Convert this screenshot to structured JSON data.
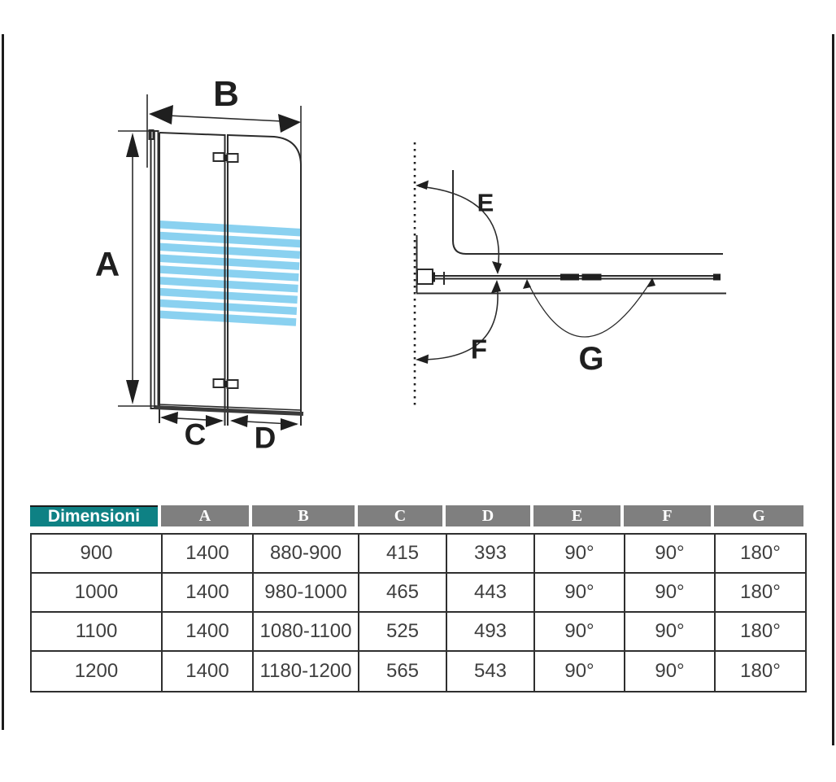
{
  "frame": {
    "border_color": "#1c1c1c"
  },
  "front_view": {
    "description": "folding two-panel bath shower screen, front elevation with striped glass",
    "labels": {
      "height": "A",
      "total_width": "B",
      "fixed_panel_width": "C",
      "folding_panel_width": "D"
    },
    "stripe_color": "#8ad1f0",
    "stripe_count": 9,
    "line_color": "#2b2b2b"
  },
  "plan_view": {
    "description": "top view showing swing angles of the screen on the bathtub rim",
    "labels": {
      "inward_swing": "E",
      "outward_swing": "F",
      "fold_swing": "G"
    }
  },
  "table": {
    "header": [
      "Dimensioni",
      "A",
      "B",
      "C",
      "D",
      "E",
      "F",
      "G"
    ],
    "header_colors": {
      "title_bg": "#0e8184",
      "column_bg": "#7f7f7f",
      "text": "#ffffff"
    },
    "rows": [
      [
        "900",
        "1400",
        "880-900",
        "415",
        "393",
        "90°",
        "90°",
        "180°"
      ],
      [
        "1000",
        "1400",
        "980-1000",
        "465",
        "443",
        "90°",
        "90°",
        "180°"
      ],
      [
        "1100",
        "1400",
        "1080-1100",
        "525",
        "493",
        "90°",
        "90°",
        "180°"
      ],
      [
        "1200",
        "1400",
        "1180-1200",
        "565",
        "543",
        "90°",
        "90°",
        "180°"
      ]
    ]
  }
}
